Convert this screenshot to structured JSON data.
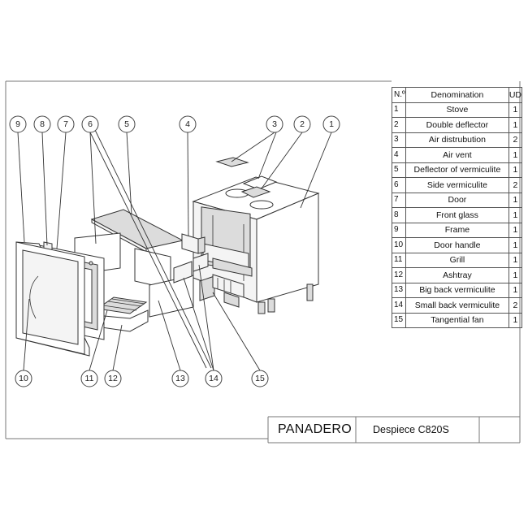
{
  "parts_table": {
    "header": {
      "no": "N.º",
      "denomination": "Denomination",
      "ud": "UD"
    },
    "rows": [
      {
        "no": "1",
        "denomination": "Stove",
        "ud": "1"
      },
      {
        "no": "2",
        "denomination": "Double deflector",
        "ud": "1"
      },
      {
        "no": "3",
        "denomination": "Air distrubution",
        "ud": "2"
      },
      {
        "no": "4",
        "denomination": "Air vent",
        "ud": "1"
      },
      {
        "no": "5",
        "denomination": "Deflector of vermiculite",
        "ud": "1"
      },
      {
        "no": "6",
        "denomination": "Side vermiculite",
        "ud": "2"
      },
      {
        "no": "7",
        "denomination": "Door",
        "ud": "1"
      },
      {
        "no": "8",
        "denomination": "Front glass",
        "ud": "1"
      },
      {
        "no": "9",
        "denomination": "Frame",
        "ud": "1"
      },
      {
        "no": "10",
        "denomination": "Door handle",
        "ud": "1"
      },
      {
        "no": "11",
        "denomination": "Grill",
        "ud": "1"
      },
      {
        "no": "12",
        "denomination": "Ashtray",
        "ud": "1"
      },
      {
        "no": "13",
        "denomination": "Big back vermiculite",
        "ud": "1"
      },
      {
        "no": "14",
        "denomination": "Small back vermiculite",
        "ud": "2"
      },
      {
        "no": "15",
        "denomination": "Tangential fan",
        "ud": "1"
      }
    ]
  },
  "title_block": {
    "brand": "PANADERO",
    "model": "Despiece C820S"
  },
  "callouts": [
    "9",
    "8",
    "7",
    "6",
    "5",
    "4",
    "3",
    "2",
    "1",
    "10",
    "11",
    "12",
    "13",
    "14",
    "15"
  ]
}
